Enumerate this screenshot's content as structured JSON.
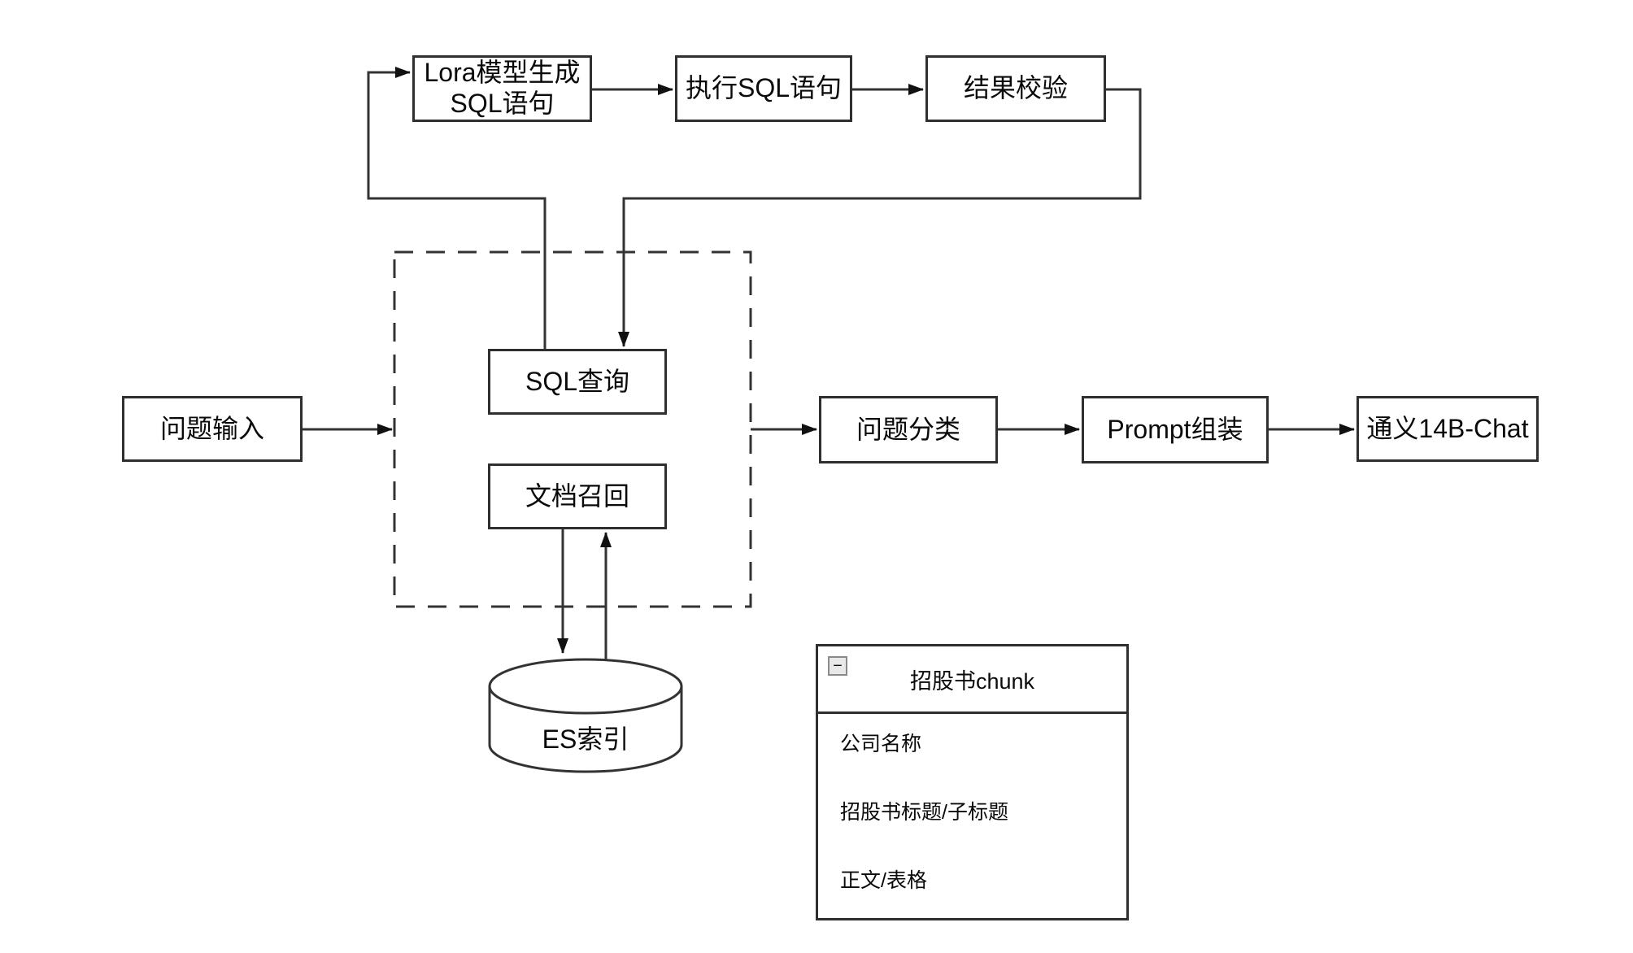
{
  "nodes": {
    "lora_line1": "Lora模型生成",
    "lora_line2": "SQL语句",
    "exec_sql": "执行SQL语句",
    "result_check": "结果校验",
    "sql_query": "SQL查询",
    "doc_recall": "文档召回",
    "question_input": "问题输入",
    "question_classify": "问题分类",
    "prompt_assembly": "Prompt组装",
    "tongyi_model": "通义14B-Chat",
    "es_index": "ES索引"
  },
  "entity_table": {
    "collapse_glyph": "−",
    "title": "招股书chunk",
    "rows": [
      "公司名称",
      "招股书标题/子标题",
      "正文/表格"
    ]
  },
  "colors": {
    "line": "#333333",
    "box_border": "#2f2f2f",
    "text": "#0a0a0a",
    "background": "#ffffff",
    "collapse_button_bg": "#e9e9e9"
  }
}
